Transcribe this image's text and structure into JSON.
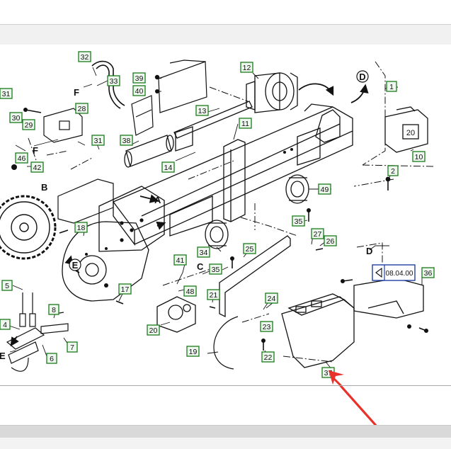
{
  "callouts": {
    "c1": "1",
    "c2": "2",
    "c4": "4",
    "c5": "5",
    "c6": "6",
    "c7": "7",
    "c8": "8",
    "c10": "10",
    "c11": "11",
    "c12": "12",
    "c13": "13",
    "c14": "14",
    "c17": "17",
    "c18": "18",
    "c19": "19",
    "c20": "20",
    "c21": "21",
    "c22": "22",
    "c23": "23",
    "c24": "24",
    "c25": "25",
    "c26": "26",
    "c27": "27",
    "c28": "28",
    "c29": "29",
    "c30": "30",
    "c31a": "31",
    "c31b": "31",
    "c32": "32",
    "c33": "33",
    "c34": "34",
    "c35a": "35",
    "c35b": "35",
    "c36": "36",
    "c37": "37",
    "c38": "38",
    "c39": "39",
    "c40": "40",
    "c41": "41",
    "c42": "42",
    "c46": "46",
    "c48": "48",
    "c49": "49"
  },
  "letters": {
    "a": "A",
    "b": "B",
    "c": "C",
    "d_top": "D",
    "d_mid": "D",
    "e_left": "E",
    "e_bottom": "E",
    "f_top": "F",
    "f_mid": "F"
  },
  "version_label": "08.04.00",
  "can_label": "20",
  "colors": {
    "callout_border": "#1a7a1a",
    "callout_bg": "#eef7ee",
    "arrow_red": "#e8312a",
    "version_border": "#1f3fa0"
  }
}
